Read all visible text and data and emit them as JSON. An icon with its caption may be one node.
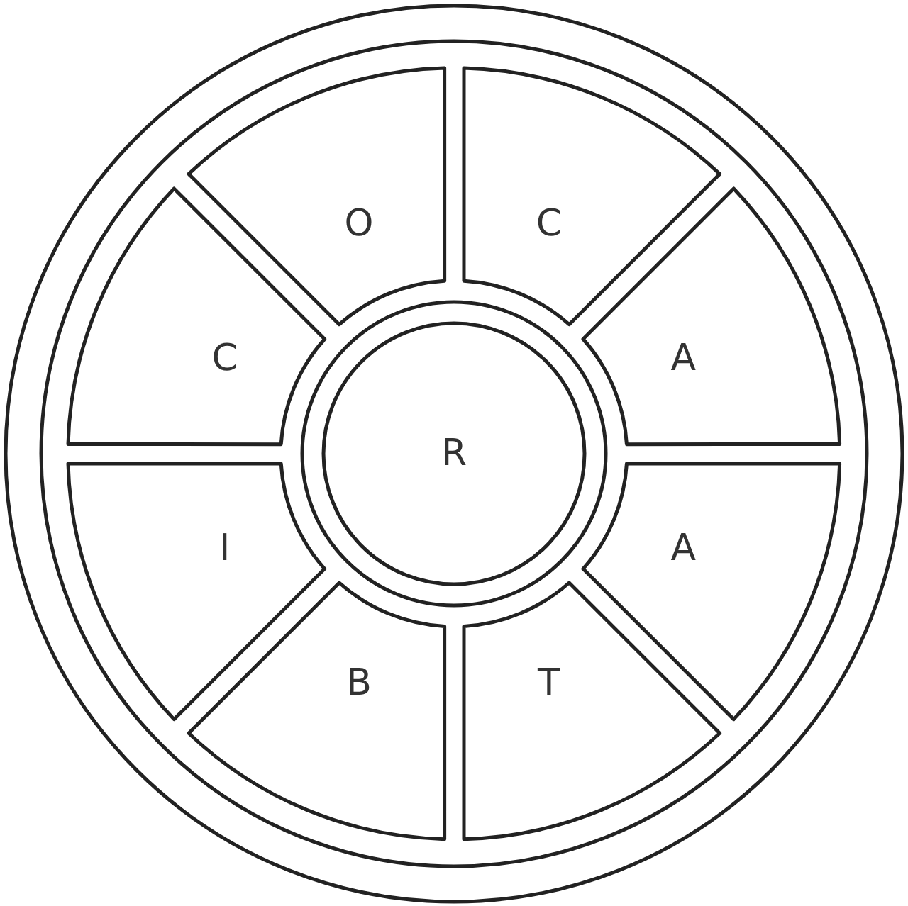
{
  "diagram": {
    "nodes": [
      {
        "text": [],
        "shape": "circle"
      },
      {
        "text": [
          "O"
        ],
        "in": 0
      },
      {
        "text": [
          "C"
        ],
        "in": 0
      },
      {
        "text": [
          "C"
        ],
        "in": 0
      },
      {
        "text": [
          "A"
        ],
        "in": 0
      },
      {
        "text": [
          "R"
        ],
        "in": 0
      },
      {
        "text": [
          "I"
        ],
        "in": 0
      },
      {
        "text": [
          "A"
        ],
        "in": 0
      },
      {
        "text": [
          "B"
        ],
        "in": 0
      },
      {
        "text": [
          "T"
        ],
        "in": 0
      }
    ]
  }
}
